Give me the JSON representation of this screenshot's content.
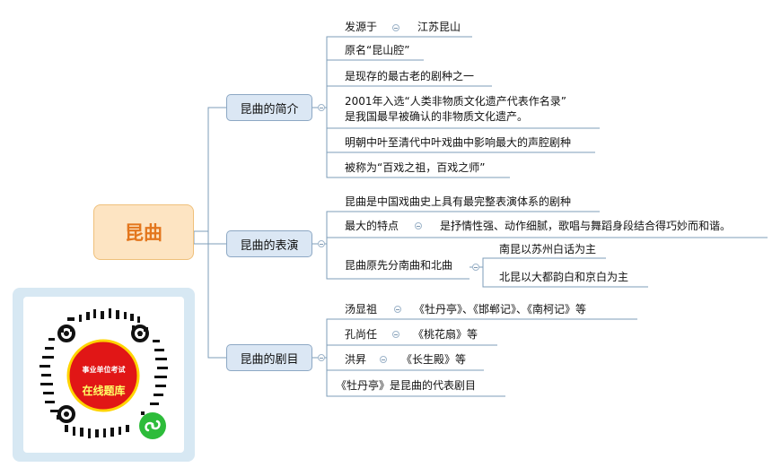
{
  "mindmap": {
    "root": "昆曲",
    "branches": [
      {
        "label": "昆曲的简介",
        "items": [
          {
            "label": "发源于",
            "value": "江苏昆山"
          },
          {
            "text": "原名“昆山腔”"
          },
          {
            "text": "是现存的最古老的剧种之一"
          },
          {
            "lines": [
              "2001年入选“人类非物质文化遗产代表作名录”",
              "是我国最早被确认的非物质文化遗产。"
            ]
          },
          {
            "text": "明朝中叶至清代中叶戏曲中影响最大的声腔剧种"
          },
          {
            "text": "被称为“百戏之祖，百戏之师”"
          }
        ]
      },
      {
        "label": "昆曲的表演",
        "items": [
          {
            "text": "昆曲是中国戏曲史上具有最完整表演体系的剧种"
          },
          {
            "label": "最大的特点",
            "value": "是抒情性强、动作细腻，歌唱与舞蹈身段结合得巧妙而和谐。"
          },
          {
            "label": "昆曲原先分南曲和北曲",
            "children": [
              "南昆以苏州白话为主",
              "北昆以大都韵白和京白为主"
            ]
          }
        ]
      },
      {
        "label": "昆曲的剧目",
        "items": [
          {
            "label": "汤显祖",
            "value": "《牡丹亭》、《邯郸记》、《南柯记》等"
          },
          {
            "label": "孔尚任",
            "value": "《桃花扇》等"
          },
          {
            "label": "洪昇",
            "value": "《长生殿》等"
          },
          {
            "text": "《牡丹亭》是昆曲的代表剧目"
          }
        ]
      }
    ]
  },
  "qr_badge": {
    "line1": "事业单位考试",
    "line2": "在线题库"
  },
  "colors": {
    "root_fill": "#fde4c2",
    "root_text": "#e3761d",
    "branch_fill": "#dbe7f4",
    "branch_border": "#8da8c4",
    "line": "#7e9db9",
    "badge_red": "#e11616",
    "badge_yellow": "#ffd400",
    "mini_program_green": "#2dbc3a"
  }
}
